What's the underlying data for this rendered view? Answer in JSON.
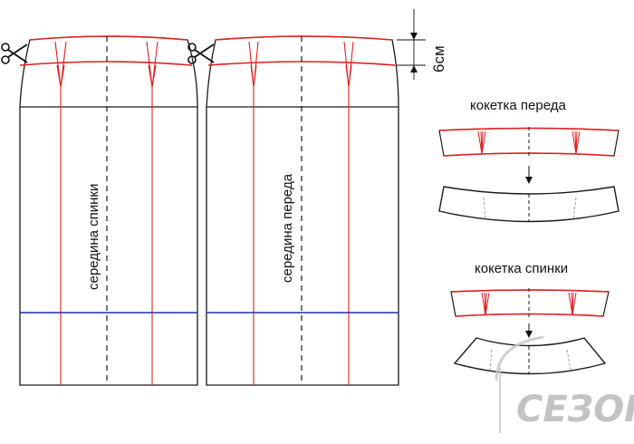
{
  "labels": {
    "back_center": "середина спинки",
    "front_center": "середина переда",
    "yoke_height": "6см",
    "front_yoke": "кокетка переда",
    "back_yoke": "кокетка спинки"
  },
  "watermark": {
    "brand": "СЕЗОН"
  },
  "colors": {
    "outline": "#1a1a1a",
    "yoke_line": "#e0201f",
    "darts": "#e0201f",
    "hip_line": "#1f2f9f"
  },
  "icons": [
    "scissors-icon",
    "arrow-down-icon"
  ]
}
